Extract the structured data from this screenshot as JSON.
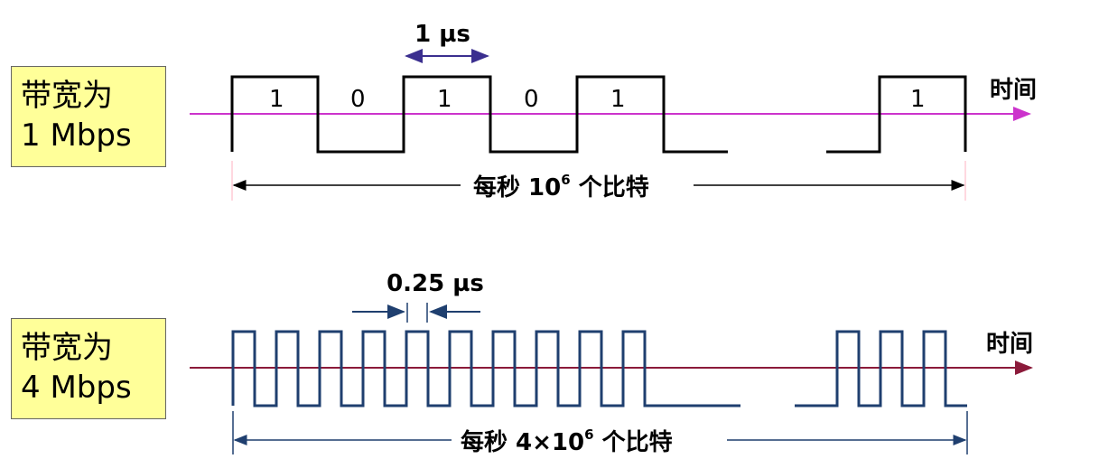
{
  "panel1": {
    "label_line1": "带宽为",
    "label_line2": "1 Mbps",
    "interval_label": "1 µs",
    "bits": [
      "1",
      "0",
      "1",
      "0",
      "1",
      "1"
    ],
    "time_label": "时间",
    "span_prefix": "每秒 10",
    "span_exp": "6",
    "span_suffix": " 个比特",
    "wave_color": "#000000",
    "axis_color": "#cc33cc"
  },
  "panel2": {
    "label_line1": "带宽为",
    "label_line2": "4 Mbps",
    "interval_label": "0.25 µs",
    "time_label": "时间",
    "span_prefix": "每秒 4×10",
    "span_exp": "6",
    "span_suffix": " 个比特",
    "wave_color": "#1f3f6f",
    "axis_color": "#8b1a3a"
  },
  "colors": {
    "label_box_bg": "#ffff99",
    "dim_arrow_1": "#3b2f8f",
    "dim_arrow_2": "#1f3f6f"
  }
}
